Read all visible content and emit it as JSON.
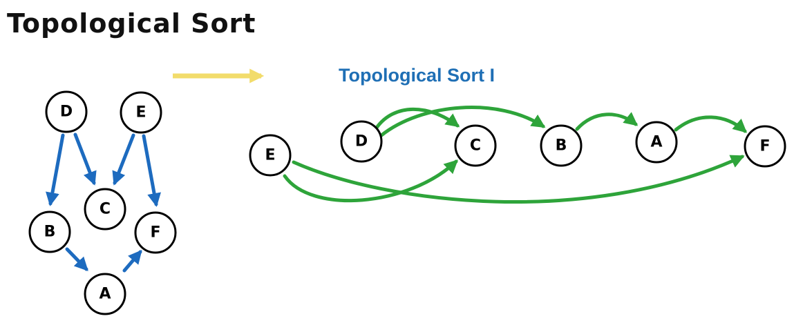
{
  "title": "Topological Sort",
  "result_title": "Topological Sort I",
  "colors": {
    "graph_edges": "#1d6bbf",
    "sorted_edges": "#2ea43a",
    "transition_arrow": "#f2dc6b",
    "result_title": "#1f6fb5"
  },
  "graph": {
    "nodes": [
      "D",
      "E",
      "C",
      "B",
      "F",
      "A"
    ],
    "edges": [
      [
        "D",
        "B"
      ],
      [
        "D",
        "C"
      ],
      [
        "E",
        "C"
      ],
      [
        "E",
        "F"
      ],
      [
        "B",
        "A"
      ],
      [
        "A",
        "F"
      ]
    ]
  },
  "sorted": {
    "order": [
      "E",
      "D",
      "C",
      "B",
      "A",
      "F"
    ],
    "edges": [
      [
        "D",
        "C"
      ],
      [
        "D",
        "B"
      ],
      [
        "E",
        "C"
      ],
      [
        "E",
        "F"
      ],
      [
        "B",
        "A"
      ],
      [
        "A",
        "F"
      ]
    ]
  }
}
